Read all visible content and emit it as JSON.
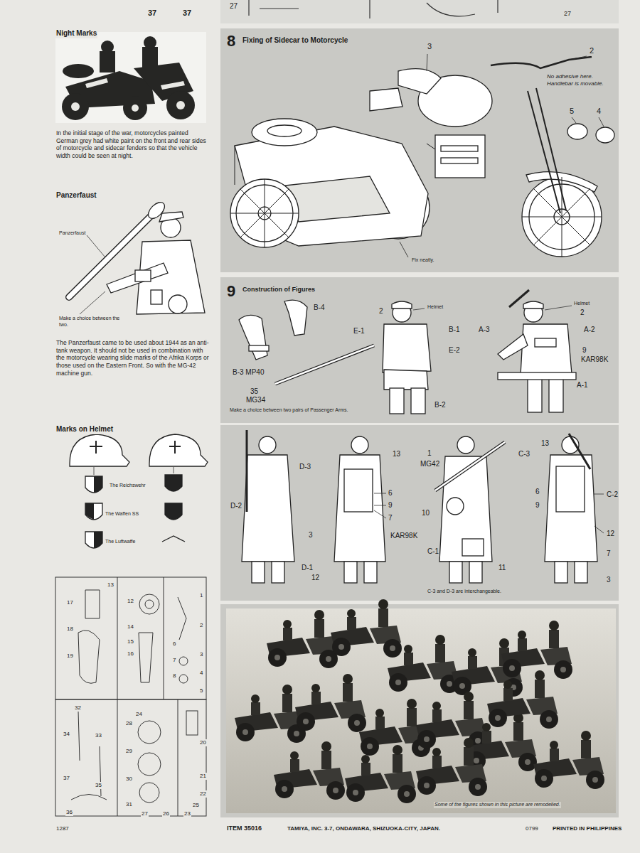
{
  "diagram": {
    "nodes": [
      {
        "text": [
          "8",
          "Fixing of Sidecar to Motorcycle"
        ]
      },
      {
        "text": [
          "9",
          "Construction of Figures",
          "Make a choice between two pairs of Passenger Arms."
        ]
      },
      {
        "text": [
          "C-3 and D-3 are interchangeable."
        ]
      },
      {
        "text": [
          "Some of the figures shown in this picture are remodelled."
        ]
      }
    ],
    "labels": [
      "37",
      "37",
      "27",
      "27",
      "Night Marks",
      "In the initial stage of the war, motorcycles painted German grey had white paint on the front and rear sides of motorcycle and sidecar fenders so that the vehicle width could be seen at night.",
      "Panzerfaust",
      "Panzerfaust",
      "Make a choice between the two.",
      "The Panzerfaust came to be used about 1944 as an anti-tank weapon. It should not be used in combination with the motorcycle wearing slide marks of the Afrika Korps or those used on the Eastern Front. So with the MG-42 machine gun.",
      "Marks on Helmet",
      "The Reichswehr",
      "The Waffen SS",
      "The Luftwaffe",
      "17",
      "13",
      "12",
      "1",
      "18",
      "14",
      "2",
      "15",
      "19",
      "16",
      "6",
      "3",
      "7",
      "4",
      "8",
      "5",
      "32",
      "24",
      "20",
      "34",
      "33",
      "28",
      "29",
      "37",
      "35",
      "30",
      "21",
      "36",
      "31",
      "27",
      "26",
      "23",
      "25",
      "22",
      "1287",
      "3",
      "2",
      "No adhesive here. Handlebar is movable.",
      "5",
      "4",
      "Fix neatly.",
      "B-4",
      "2",
      "Helmet",
      "E-1",
      "B-1",
      "E-2",
      "B-3 MP40",
      "35",
      "MG34",
      "B-2",
      "Helmet",
      "2",
      "A-3",
      "A-2",
      "9",
      "KAR98K",
      "A-1",
      "D-3",
      "D-2",
      "3",
      "D-1",
      "12",
      "13",
      "6",
      "9",
      "7",
      "KAR98K",
      "1",
      "MG42",
      "C-3",
      "10",
      "C-1",
      "11",
      "13",
      "C-2",
      "6",
      "9",
      "12",
      "7",
      "3",
      "ITEM 35016",
      "TAMIYA, INC. 3-7, ONDAWARA, SHIZUOKA-CITY, JAPAN.",
      "0799",
      "PRINTED IN PHILIPPINES"
    ]
  }
}
